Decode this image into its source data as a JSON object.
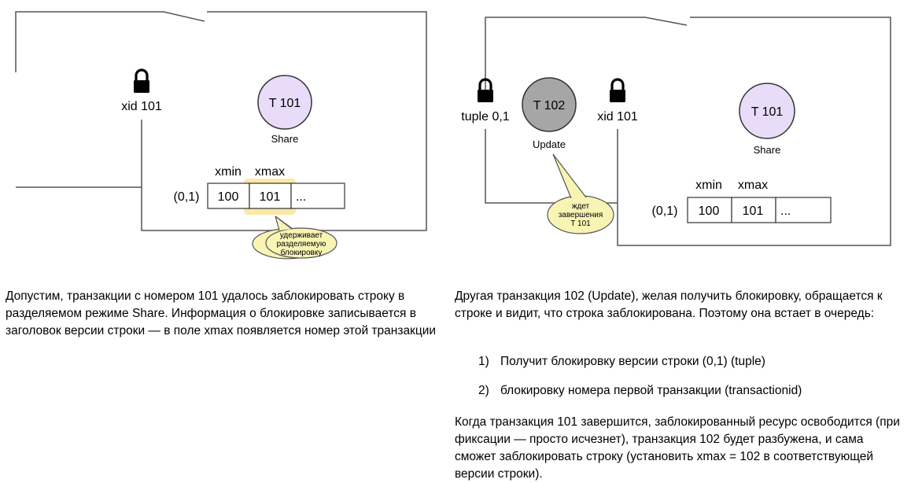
{
  "left": {
    "lock_label": "xid 101",
    "transaction": {
      "label": "T 101",
      "mode": "Share"
    },
    "header": {
      "xmin": "xmin",
      "xmax": "xmax"
    },
    "row": {
      "ctid": "(0,1)",
      "xmin": "100",
      "xmax": "101",
      "rest": "..."
    },
    "callout": [
      "удерживает",
      "разделяемую",
      "блокировку"
    ],
    "description": "Допустим, транзакции с номером 101 удалось заблокировать строку в разделяемом режиме Share. Информация о блокировке записывается в заголовок версии строки — в поле xmax появляется номер этой транзакции"
  },
  "right": {
    "tuple_lock_label": "tuple 0,1",
    "xid_lock_label": "xid 101",
    "waiting_transaction": {
      "label": "T 102",
      "mode": "Update"
    },
    "holding_transaction": {
      "label": "T 101",
      "mode": "Share"
    },
    "header": {
      "xmin": "xmin",
      "xmax": "xmax"
    },
    "row": {
      "ctid": "(0,1)",
      "xmin": "100",
      "xmax": "101",
      "rest": "..."
    },
    "callout": [
      "ждет",
      "завершения",
      "T 101"
    ],
    "description_intro": "Другая транзакция 102 (Update), желая получить блокировку, обращается к строке и видит, что строка заблокирована. Поэтому она встает в очередь:",
    "steps": [
      {
        "num": "1)",
        "text": "Получит блокировку версии строки (0,1) (tuple)"
      },
      {
        "num": "2)",
        "text": "блокировку номера первой транзакции (transactionid)"
      }
    ],
    "description_outro": "Когда транзакция 101 завершится, заблокированный ресурс освободится (при фиксации — просто исчезнет), транзакция 102 будет разбужена, и сама сможет заблокировать строку (установить xmax = 102 в соответствующей версии строки)."
  },
  "colors": {
    "t101_fill": "#e8dcf8",
    "t102_fill": "#a6a6a6",
    "callout_fill": "#f8f4b4",
    "highlight": "#f9e79f",
    "lines": "#555555"
  }
}
